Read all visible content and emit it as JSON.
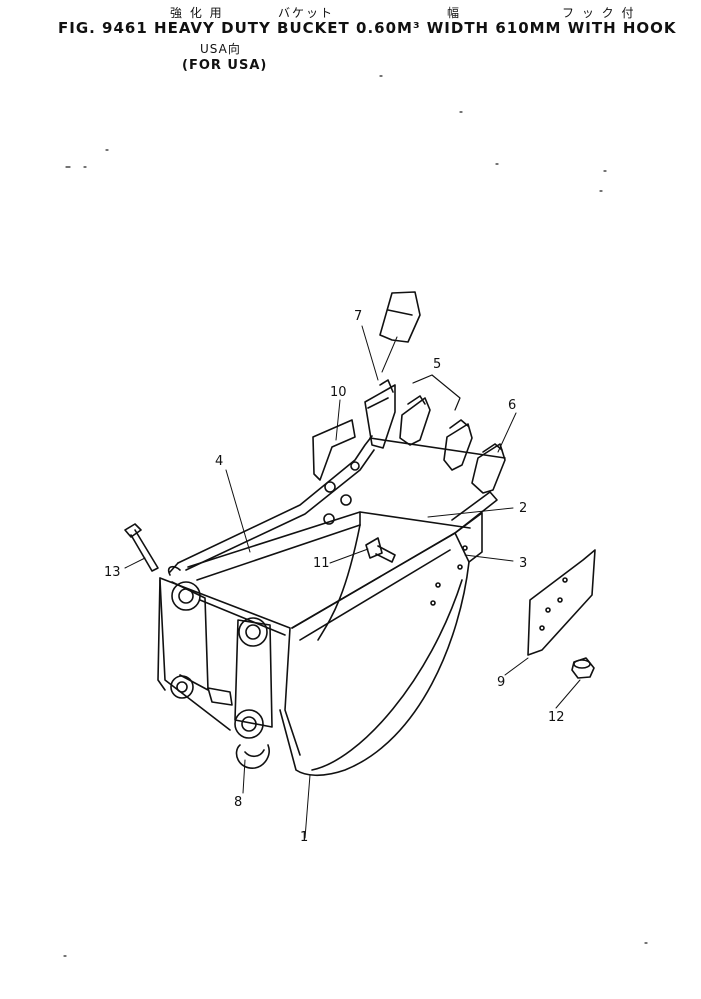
{
  "header": {
    "jp_reinforced": "強 化 用",
    "jp_bucket": "バケット",
    "jp_width": "幅",
    "jp_with_hook": "フ ッ ク 付",
    "title": "FIG. 9461  HEAVY DUTY BUCKET 0.60M³  WIDTH 610MM WITH HOOK",
    "usa_jp": "USA向",
    "for_usa": "(FOR USA)"
  },
  "callouts": [
    "1",
    "2",
    "3",
    "4",
    "5",
    "6",
    "7",
    "8",
    "9",
    "10",
    "11",
    "12",
    "13"
  ]
}
